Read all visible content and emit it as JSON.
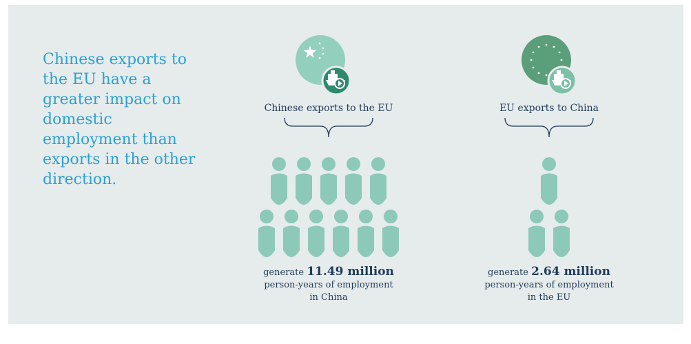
{
  "headline": "Chinese exports to the EU have a greater impact on domestic employment than exports in the other direction.",
  "columns": [
    {
      "label": "Chinese exports to the EU",
      "flag": "china-flag-icon",
      "generate_word": "generate",
      "value": "11.49 million",
      "line2": "person-years of employment",
      "line3": "in China",
      "person_count": 11
    },
    {
      "label": "EU exports to China",
      "flag": "eu-flag-icon",
      "generate_word": "generate",
      "value": "2.64 million",
      "line2": "person-years of employment",
      "line3": "in the EU",
      "person_count": 3
    }
  ],
  "colors": {
    "panel_background": "#e6ebeb",
    "headline": "#2aa1d2",
    "person": "#8cc9b8",
    "china_circle": "#93cfbd",
    "eu_circle": "#5a9e7a",
    "badge": "#2f8a6d",
    "text": "#1f3b5a",
    "brace": "#1f3b5a"
  }
}
